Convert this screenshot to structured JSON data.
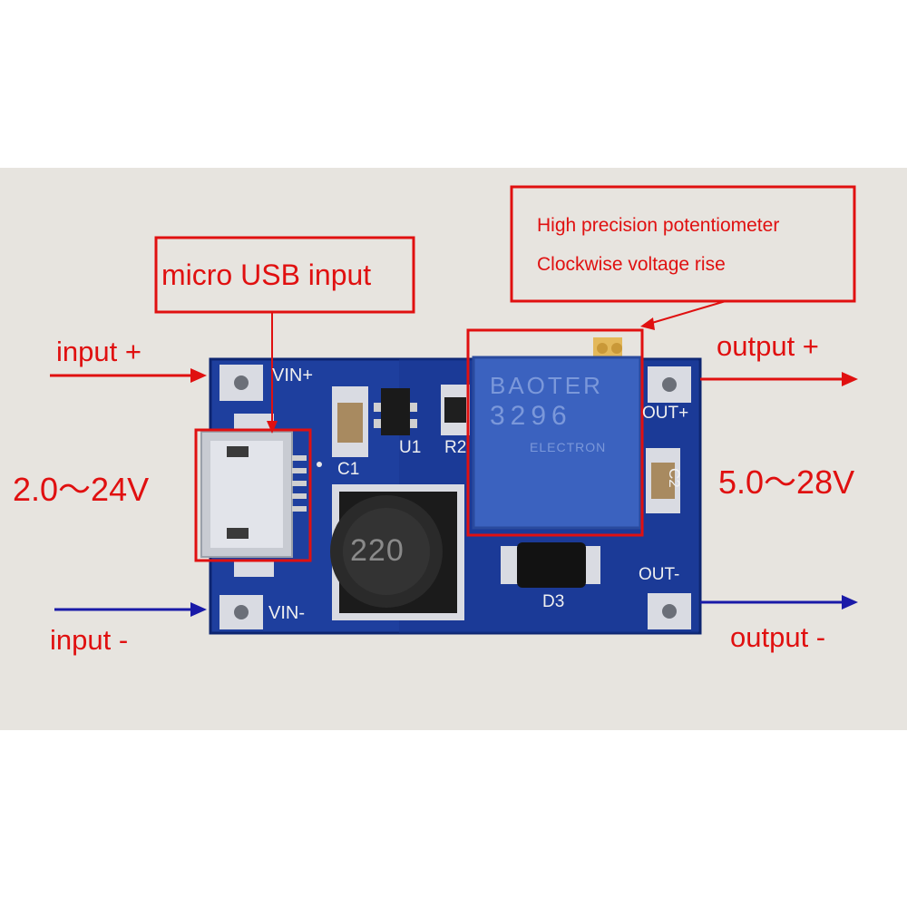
{
  "callouts": {
    "usb": "micro USB input",
    "pot_line1": "High precision potentiometer",
    "pot_line2": "Clockwise voltage rise"
  },
  "terminals": {
    "input_plus": "input +",
    "input_minus": "input -",
    "output_plus": "output +",
    "output_minus": "output -"
  },
  "ranges": {
    "input": "2.0～24V",
    "output": "5.0～28V"
  },
  "silkscreen": {
    "vin_plus": "VIN+",
    "vin_minus": "VIN-",
    "out_plus": "OUT+",
    "out_minus": "OUT-",
    "c1": "C1",
    "c2": "C2",
    "u1": "U1",
    "r2": "R2",
    "d3": "D3",
    "inductor": "220",
    "pot_brand": "BAOTER",
    "pot_model": "3296",
    "pot_maker": "ELECTRON"
  },
  "colors": {
    "pcb": "#1e3f9e",
    "annotation_red": "#e01010",
    "arrow_blue": "#1a1aa8",
    "pot_blue": "#3b62bf"
  }
}
